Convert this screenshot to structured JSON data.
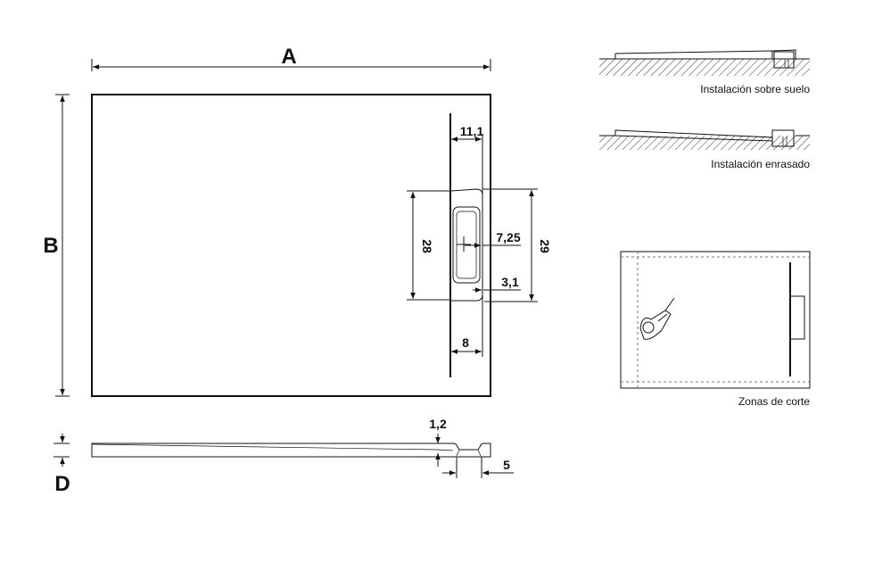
{
  "labels": {
    "width": "A",
    "length": "B",
    "depth": "D"
  },
  "dimensions": {
    "channel_width": "11,1",
    "grate_height": "28",
    "channel_height": "29",
    "drain_offset": "7,25",
    "edge_offset": "3,1",
    "bottom_width": "8",
    "slope": "1,2",
    "profile_width": "5"
  },
  "captions": {
    "floor_install": "Instalación sobre suelo",
    "flush_install": "Instalación enrasado",
    "cut_zones": "Zonas de corte"
  },
  "colors": {
    "line": "#111111",
    "dashed": "#777777",
    "background": "#ffffff"
  }
}
